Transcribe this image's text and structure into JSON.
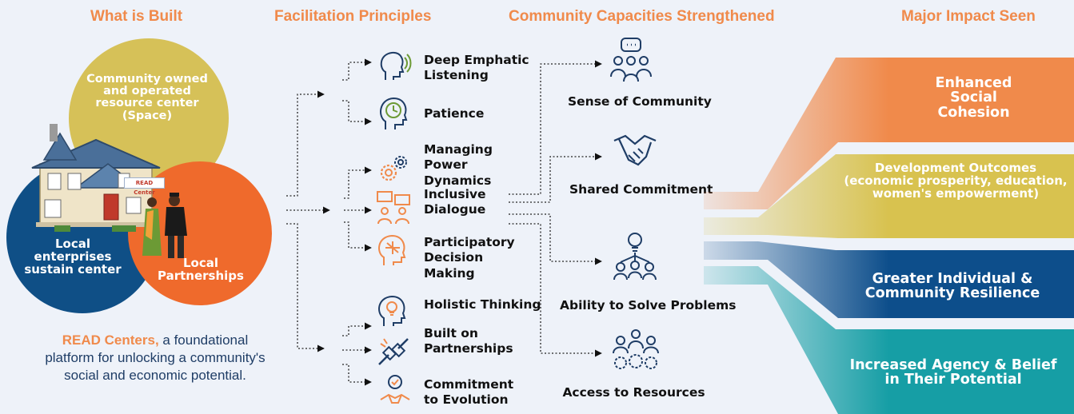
{
  "headers": {
    "built": "What is Built",
    "principles": "Facilitation Principles",
    "capacities": "Community Capacities Strengthened",
    "impact": "Major Impact Seen"
  },
  "built": {
    "space": "Community owned and operated resource center (Space)",
    "enterprises": "Local enterprises sustain center",
    "partnerships": "Local Partnerships",
    "badge": "READ Center",
    "description_highlight": "READ Centers,",
    "description_rest": " a foundational platform for  unlocking a community's social and economic potential."
  },
  "principles": [
    {
      "label": "Deep Emphatic Listening",
      "icon": "listening-head-icon"
    },
    {
      "label": "Patience",
      "icon": "clock-head-icon"
    },
    {
      "label": "Managing Power Dynamics",
      "icon": "gears-icon"
    },
    {
      "label": "Inclusive Dialogue",
      "icon": "dialogue-people-icon"
    },
    {
      "label": "Participatory Decision Making",
      "icon": "decision-head-icon"
    },
    {
      "label": "Holistic Thinking",
      "icon": "bulb-head-icon"
    },
    {
      "label": "Built on Partnerships",
      "icon": "plug-connect-icon"
    },
    {
      "label": "Commitment to Evolution",
      "icon": "handshake-badge-icon"
    }
  ],
  "capacities": [
    {
      "label": "Sense of Community",
      "icon": "group-chat-icon"
    },
    {
      "label": "Shared Commitment",
      "icon": "handshake-icon"
    },
    {
      "label": "Ability to Solve Problems",
      "icon": "idea-network-icon"
    },
    {
      "label": "Access to Resources",
      "icon": "people-gears-icon"
    }
  ],
  "impacts": [
    {
      "label": "Enhanced Social Cohesion",
      "color": "#f08a4b"
    },
    {
      "label": "Development Outcomes (economic prosperity, education, women's empowerment)",
      "color": "#d8c24f"
    },
    {
      "label": "Greater Individual & Community Resilience",
      "color": "#0d4e8b"
    },
    {
      "label": "Increased Agency & Belief in Their Potential",
      "color": "#169ea5"
    }
  ],
  "colors": {
    "orange": "#f08a4b",
    "yellow": "#d8c24f",
    "navy": "#0d4e8b",
    "teal": "#169ea5",
    "icon_blue": "#1f3d66",
    "circle_space": "#d6c158",
    "circle_enterprise": "#0f4f86",
    "circle_partnership": "#ef6a2c"
  }
}
